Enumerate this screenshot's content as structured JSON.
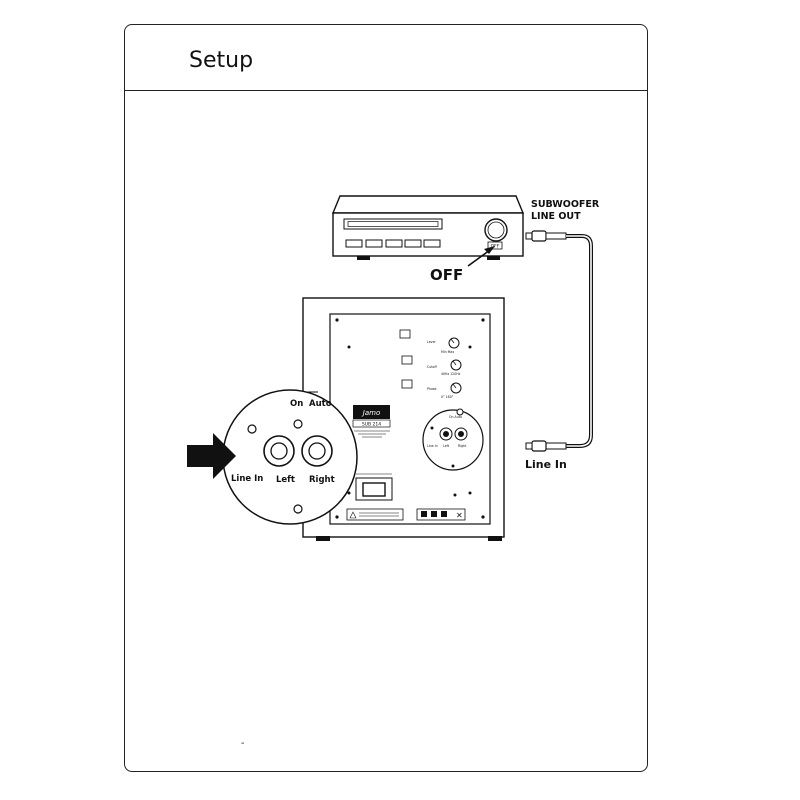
{
  "header": {
    "title": "Setup"
  },
  "diagram": {
    "amplifier": {
      "power_state_label": "OFF",
      "switch_tag": "OFF",
      "output_label_line1": "SUBWOOFER",
      "output_label_line2": "LINE OUT"
    },
    "cable": {
      "input_label": "Line In"
    },
    "subwoofer": {
      "brand": "Jamo",
      "model": "SUB 214",
      "callout": {
        "mode_on": "On",
        "mode_auto": "Auto",
        "input_line_in": "Line In",
        "input_left": "Left",
        "input_right": "Right"
      },
      "panel_small": {
        "mode": "On  Auto",
        "line_in": "Line In",
        "left": "Left",
        "right": "Right",
        "knob_labels": [
          "Level",
          "Cutoff",
          "Phase"
        ],
        "knob_ranges": [
          "Min  Max",
          "40Hz  120Hz",
          "0°  180°"
        ]
      }
    }
  },
  "footer": {
    "mark": "-"
  }
}
